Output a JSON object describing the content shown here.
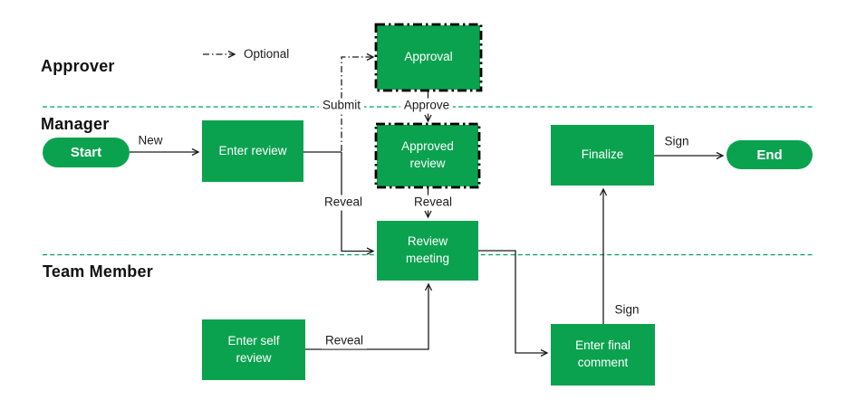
{
  "diagram": {
    "title_hint": "review-workflow-swimlane-flowchart",
    "lanes": [
      {
        "label": "Approver"
      },
      {
        "label": "Manager"
      },
      {
        "label": "Team Member"
      }
    ],
    "legend": {
      "label": "Optional"
    },
    "nodes": {
      "start": {
        "label": "Start",
        "shape": "pill"
      },
      "enter_review": {
        "label": "Enter review",
        "shape": "box"
      },
      "approval": {
        "label": "Approval",
        "shape": "box-dashdot"
      },
      "approved_review": {
        "label": "Approved\nreview",
        "shape": "box-dashdot"
      },
      "review_meeting": {
        "label": "Review\nmeeting",
        "shape": "box"
      },
      "finalize": {
        "label": "Finalize",
        "shape": "box"
      },
      "end": {
        "label": "End",
        "shape": "pill"
      },
      "enter_self_review": {
        "label": "Enter self\nreview",
        "shape": "box"
      },
      "enter_final_comment": {
        "label": "Enter final\ncomment",
        "shape": "box"
      }
    },
    "edge_labels": {
      "new": "New",
      "submit": "Submit",
      "approve": "Approve",
      "reveal_from_enter_review": "Reveal",
      "reveal_from_approved_review": "Reveal",
      "reveal_from_self_review": "Reveal",
      "sign_to_finalize": "Sign",
      "sign_to_end": "Sign"
    },
    "colors": {
      "node_fill": "#0ba24f",
      "node_text": "#ffffff",
      "lane_divider": "#00a065",
      "edge_line": "#1c1c1c",
      "dashdot_border": "#000000"
    }
  }
}
